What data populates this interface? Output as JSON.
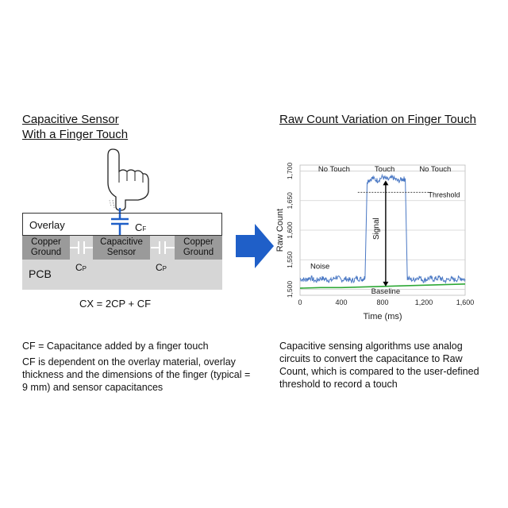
{
  "left": {
    "title_line1": "Capacitive Sensor",
    "title_line2": "With a Finger Touch",
    "overlay_label": "Overlay",
    "cf_label_main": "C",
    "cf_label_sub": "F",
    "copper_ground_left": "Copper Ground",
    "capacitive_sensor": "Capacitive Sensor",
    "copper_ground_right": "Copper Ground",
    "pcb_label": "PCB",
    "cp_label_main": "C",
    "cp_label_sub": "P",
    "formula": "CX = 2CP + CF",
    "caption_line1": "CF = Capacitance added by a finger touch",
    "caption_line2": "CF is dependent on the overlay material, overlay thickness and the dimensions of the finger (typical = 9 mm) and sensor capacitances"
  },
  "right": {
    "title": "Raw Count Variation on Finger Touch",
    "caption": "Capacitive sensing algorithms use analog circuits to convert the capacitance to Raw Count, which is compared to the user-defined threshold to record a touch"
  },
  "colors": {
    "arrow": "#1f5fc8",
    "raw_signal": "#4a78c4",
    "baseline": "#2ea836",
    "copper": "#9a9a9a",
    "pcb": "#d6d6d6",
    "capacitor": "#1f5fc8"
  },
  "chart_data": {
    "type": "line",
    "title": "",
    "xlabel": "Time (ms)",
    "ylabel": "Raw Count",
    "xlim": [
      0,
      1600
    ],
    "ylim": [
      1490,
      1710
    ],
    "x_ticks": [
      0,
      400,
      800,
      1200,
      1600
    ],
    "x_tick_labels": [
      "0",
      "400",
      "800",
      "1,200",
      "1,600"
    ],
    "y_ticks": [
      1500,
      1550,
      1600,
      1650,
      1700
    ],
    "y_tick_labels": [
      "1,500",
      "1,550",
      "1,600",
      "1,650",
      "1,700"
    ],
    "grid": true,
    "series": [
      {
        "role": "raw_count",
        "x": [
          0,
          50,
          100,
          150,
          200,
          250,
          300,
          350,
          400,
          450,
          500,
          550,
          600,
          630,
          650,
          700,
          750,
          800,
          850,
          900,
          950,
          1000,
          1020,
          1040,
          1100,
          1150,
          1200,
          1250,
          1300,
          1350,
          1400,
          1450,
          1500,
          1550,
          1600
        ],
        "y": [
          1518,
          1516,
          1520,
          1514,
          1519,
          1517,
          1515,
          1521,
          1516,
          1518,
          1514,
          1519,
          1517,
          1520,
          1683,
          1688,
          1684,
          1690,
          1685,
          1689,
          1683,
          1687,
          1686,
          1518,
          1516,
          1521,
          1515,
          1519,
          1517,
          1520,
          1514,
          1518,
          1516,
          1519,
          1517
        ]
      },
      {
        "role": "baseline",
        "x": [
          0,
          200,
          400,
          600,
          800,
          1000,
          1200,
          1400,
          1600
        ],
        "y": [
          1502,
          1503,
          1503,
          1504,
          1505,
          1506,
          1507,
          1508,
          1509
        ]
      }
    ],
    "threshold": 1664,
    "threshold_label": "Threshold",
    "annotations": {
      "no_touch_left": "No Touch",
      "touch": "Touch",
      "no_touch_right": "No Touch",
      "signal": "Signal",
      "noise": "Noise",
      "baseline": "Baseline"
    }
  }
}
